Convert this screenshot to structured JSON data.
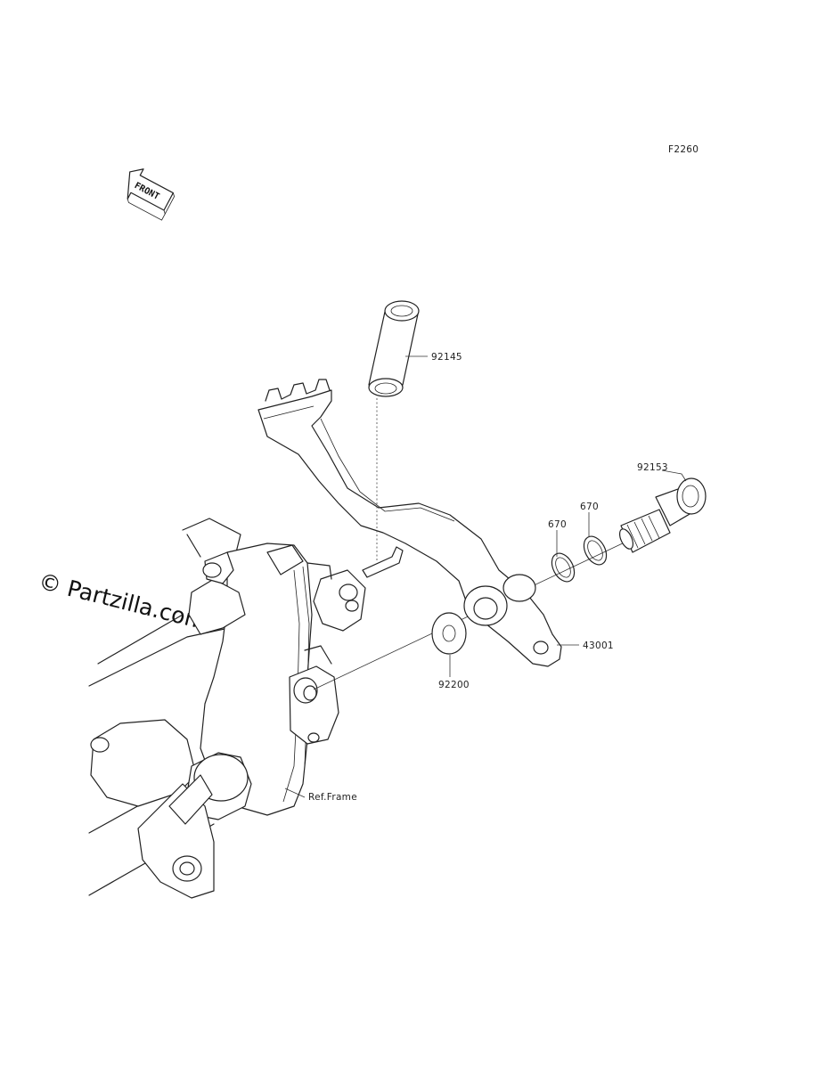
{
  "figure_code": "F2260",
  "front_label": "FRONT",
  "watermark": "© Partzilla.com",
  "callouts": [
    {
      "id": "92145",
      "text": "92145"
    },
    {
      "id": "92153",
      "text": "92153"
    },
    {
      "id": "670a",
      "text": "670"
    },
    {
      "id": "670b",
      "text": "670"
    },
    {
      "id": "43001",
      "text": "43001"
    },
    {
      "id": "92200",
      "text": "92200"
    },
    {
      "id": "ref_frame",
      "text": "Ref.Frame"
    }
  ]
}
